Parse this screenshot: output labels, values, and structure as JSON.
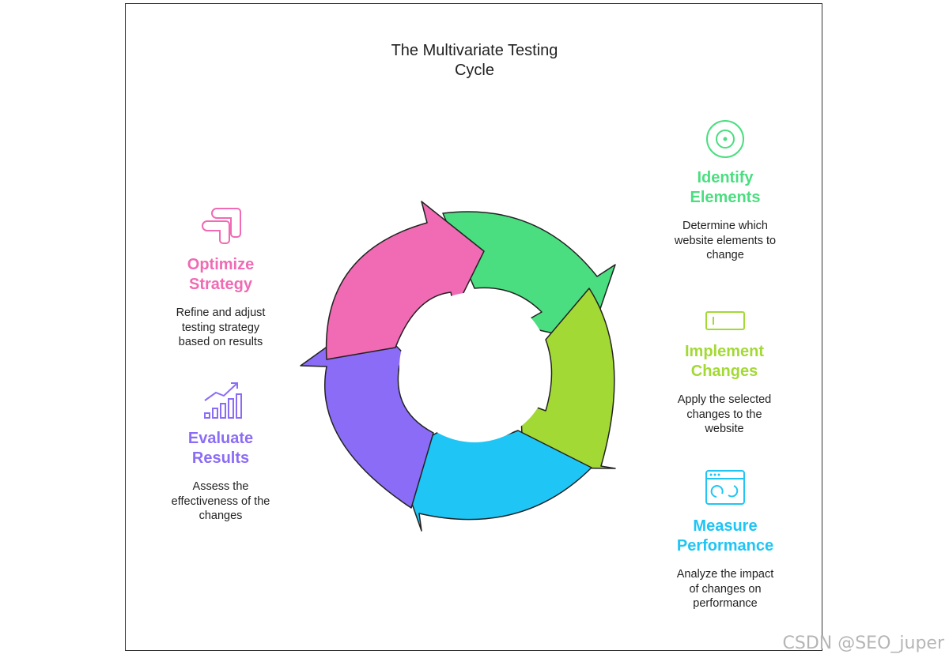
{
  "title": {
    "line1": "The Multivariate Testing",
    "line2": "Cycle"
  },
  "steps": [
    {
      "heading": [
        "Identify",
        "Elements"
      ],
      "description": [
        "Determine which",
        "website elements to",
        "change"
      ],
      "color": "#4ade80",
      "icon": "target-icon"
    },
    {
      "heading": [
        "Implement",
        "Changes"
      ],
      "description": [
        "Apply the selected",
        "changes to the",
        "website"
      ],
      "color": "#a3d935",
      "icon": "toggle-icon"
    },
    {
      "heading": [
        "Measure",
        "Performance"
      ],
      "description": [
        "Analyze the impact",
        "of changes on",
        "performance"
      ],
      "color": "#1ec5f5",
      "icon": "dashboard-window-icon"
    },
    {
      "heading": [
        "Evaluate",
        "Results"
      ],
      "description": [
        "Assess the",
        "effectiveness of the",
        "changes"
      ],
      "color": "#8b6cf6",
      "icon": "bar-chart-growth-icon"
    },
    {
      "heading": [
        "Optimize",
        "Strategy"
      ],
      "description": [
        "Refine and adjust",
        "testing strategy",
        "based on results"
      ],
      "color": "#f06ab4",
      "icon": "connector-icon"
    }
  ],
  "watermark": "CSDN @SEO_juper"
}
